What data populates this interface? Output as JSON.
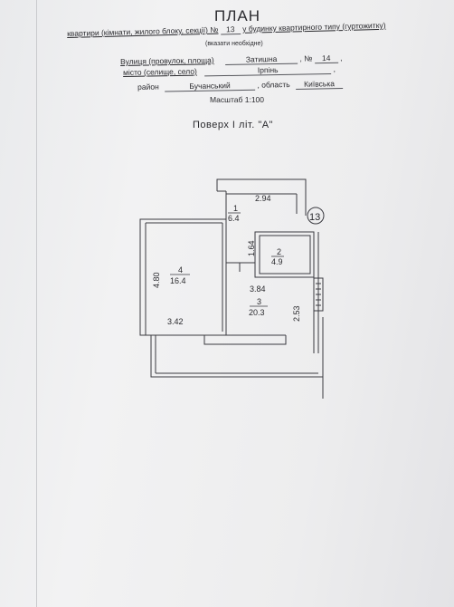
{
  "header": {
    "title": "ПЛАН",
    "object_label": "квартири (кімнати, жилого блоку, секції) №",
    "object_number": "13",
    "object_suffix": "у будинку квартирного типу (гуртожитку)",
    "hint": "(вказати необхідне)",
    "street_label": "Вулиця (провулок, площа)",
    "street_value": "Затишна",
    "house_label": ", №",
    "house_value": "14",
    "house_tail": ",",
    "city_label": "місто (селище, село)",
    "city_value": "Ірпінь",
    "city_tail": ",",
    "district_label": "район",
    "district_value": "Бучанський",
    "region_label": ", область",
    "region_value": "Київська",
    "scale": "Масштаб  1:100",
    "floor": "Поверх  І     літ.  \"А\""
  },
  "rooms": [
    {
      "number": "1",
      "area": "6.4"
    },
    {
      "number": "2",
      "area": "4.9"
    },
    {
      "number": "3",
      "area": "20.3"
    },
    {
      "number": "4",
      "area": "16.4"
    }
  ],
  "dimensions": {
    "room1_width": "2.94",
    "hall_side": "1.64",
    "room3_width": "3.84",
    "room3_height": "2.53",
    "room4_height": "4.80",
    "room4_width": "3.42"
  },
  "flat_tag": "13"
}
